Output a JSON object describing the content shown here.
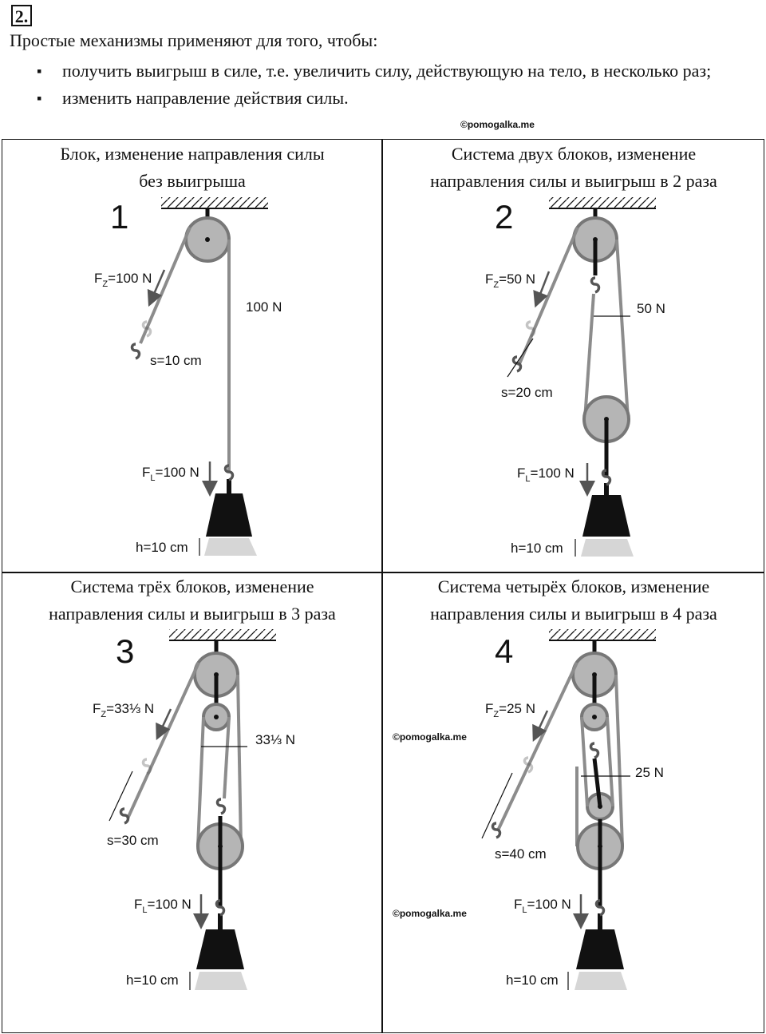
{
  "task_number": "2.",
  "intro": "Простые механизмы применяют для того, чтобы:",
  "bullets": [
    "получить выигрыш в силе, т.е. увеличить силу, действующую на тело, в несколько раз;",
    "изменить направление действия силы."
  ],
  "watermark": "©pomogalka.me",
  "panels": [
    {
      "title_1": "Блок, изменение направления силы",
      "title_2": "без выигрыша",
      "number": "1",
      "fz": "100 N",
      "rope": "100 N",
      "s": "s=10 cm",
      "fl": "100 N",
      "h": "h=10 cm"
    },
    {
      "title_1": "Система двух блоков, изменение",
      "title_2": "направления силы и выигрыш в 2 раза",
      "number": "2",
      "fz": "50 N",
      "rope": "50 N",
      "s": "s=20 cm",
      "fl": "100 N",
      "h": "h=10 cm"
    },
    {
      "title_1": "Система трёх блоков, изменение",
      "title_2": "направления силы и выигрыш в 3 раза",
      "number": "3",
      "fz": "33⅓ N",
      "rope": "33⅓ N",
      "s": "s=30 cm",
      "fl": "100 N",
      "h": "h=10 cm"
    },
    {
      "title_1": "Система четырёх блоков, изменение",
      "title_2": "направления силы и выигрыш в 4 раза",
      "number": "4",
      "fz": "25 N",
      "rope": "25 N",
      "s": "s=40 cm",
      "fl": "100 N",
      "h": "h=10 cm"
    }
  ],
  "labels": {
    "f_z": "F",
    "sub_z": "Z",
    "f_l": "F",
    "sub_l": "L",
    "eq": "="
  },
  "colors": {
    "rope": "#8c8c8c",
    "pulley": "#b5b5b5",
    "weight": "#111111",
    "ghost_weight": "#d6d6d6"
  }
}
